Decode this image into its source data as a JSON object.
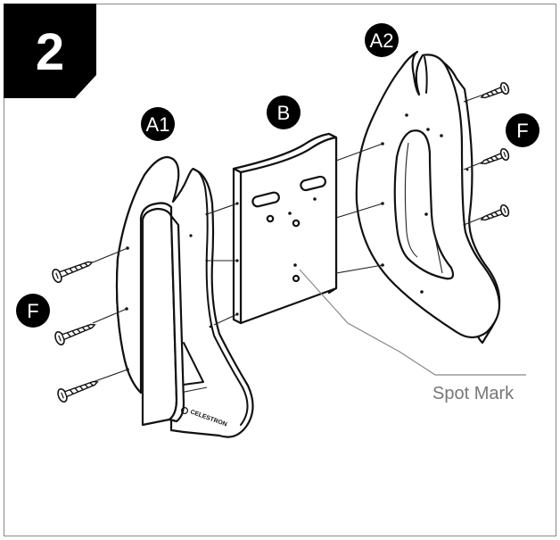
{
  "step": {
    "number": "2",
    "bg": "#000000"
  },
  "labels": {
    "a1": "A1",
    "a2": "A2",
    "b": "B",
    "f_left": "F",
    "f_right": "F",
    "spot_mark": "Spot Mark",
    "brand": "CELESTRON"
  },
  "colors": {
    "badge": "#000000",
    "line": "#111111",
    "frame": "#8a8a8a",
    "callout": "#777777"
  }
}
